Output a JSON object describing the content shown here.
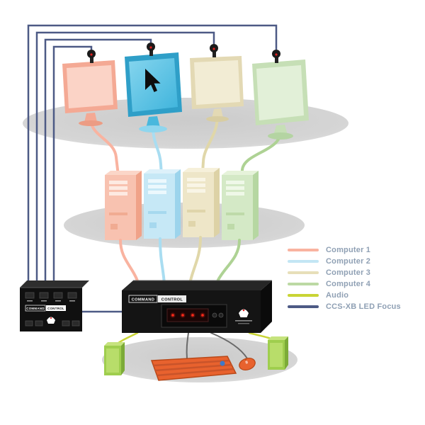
{
  "legend": {
    "items": [
      {
        "label": "Computer 1",
        "color": "#f9b3a0"
      },
      {
        "label": "Computer 2",
        "color": "#c3e6f4"
      },
      {
        "label": "Computer 3",
        "color": "#e7dfb9"
      },
      {
        "label": "Computer 4",
        "color": "#bcd9a4"
      },
      {
        "label": "Audio",
        "color": "#c9d435"
      },
      {
        "label": "CCS-XB LED Focus",
        "color": "#4d5a85"
      }
    ]
  },
  "devices": {
    "switch": {
      "brand_left": "COMMAND",
      "brand_right": "CONTROL"
    },
    "extender": {
      "brand_left": "COMMAND",
      "brand_right": "CONTROL"
    }
  }
}
